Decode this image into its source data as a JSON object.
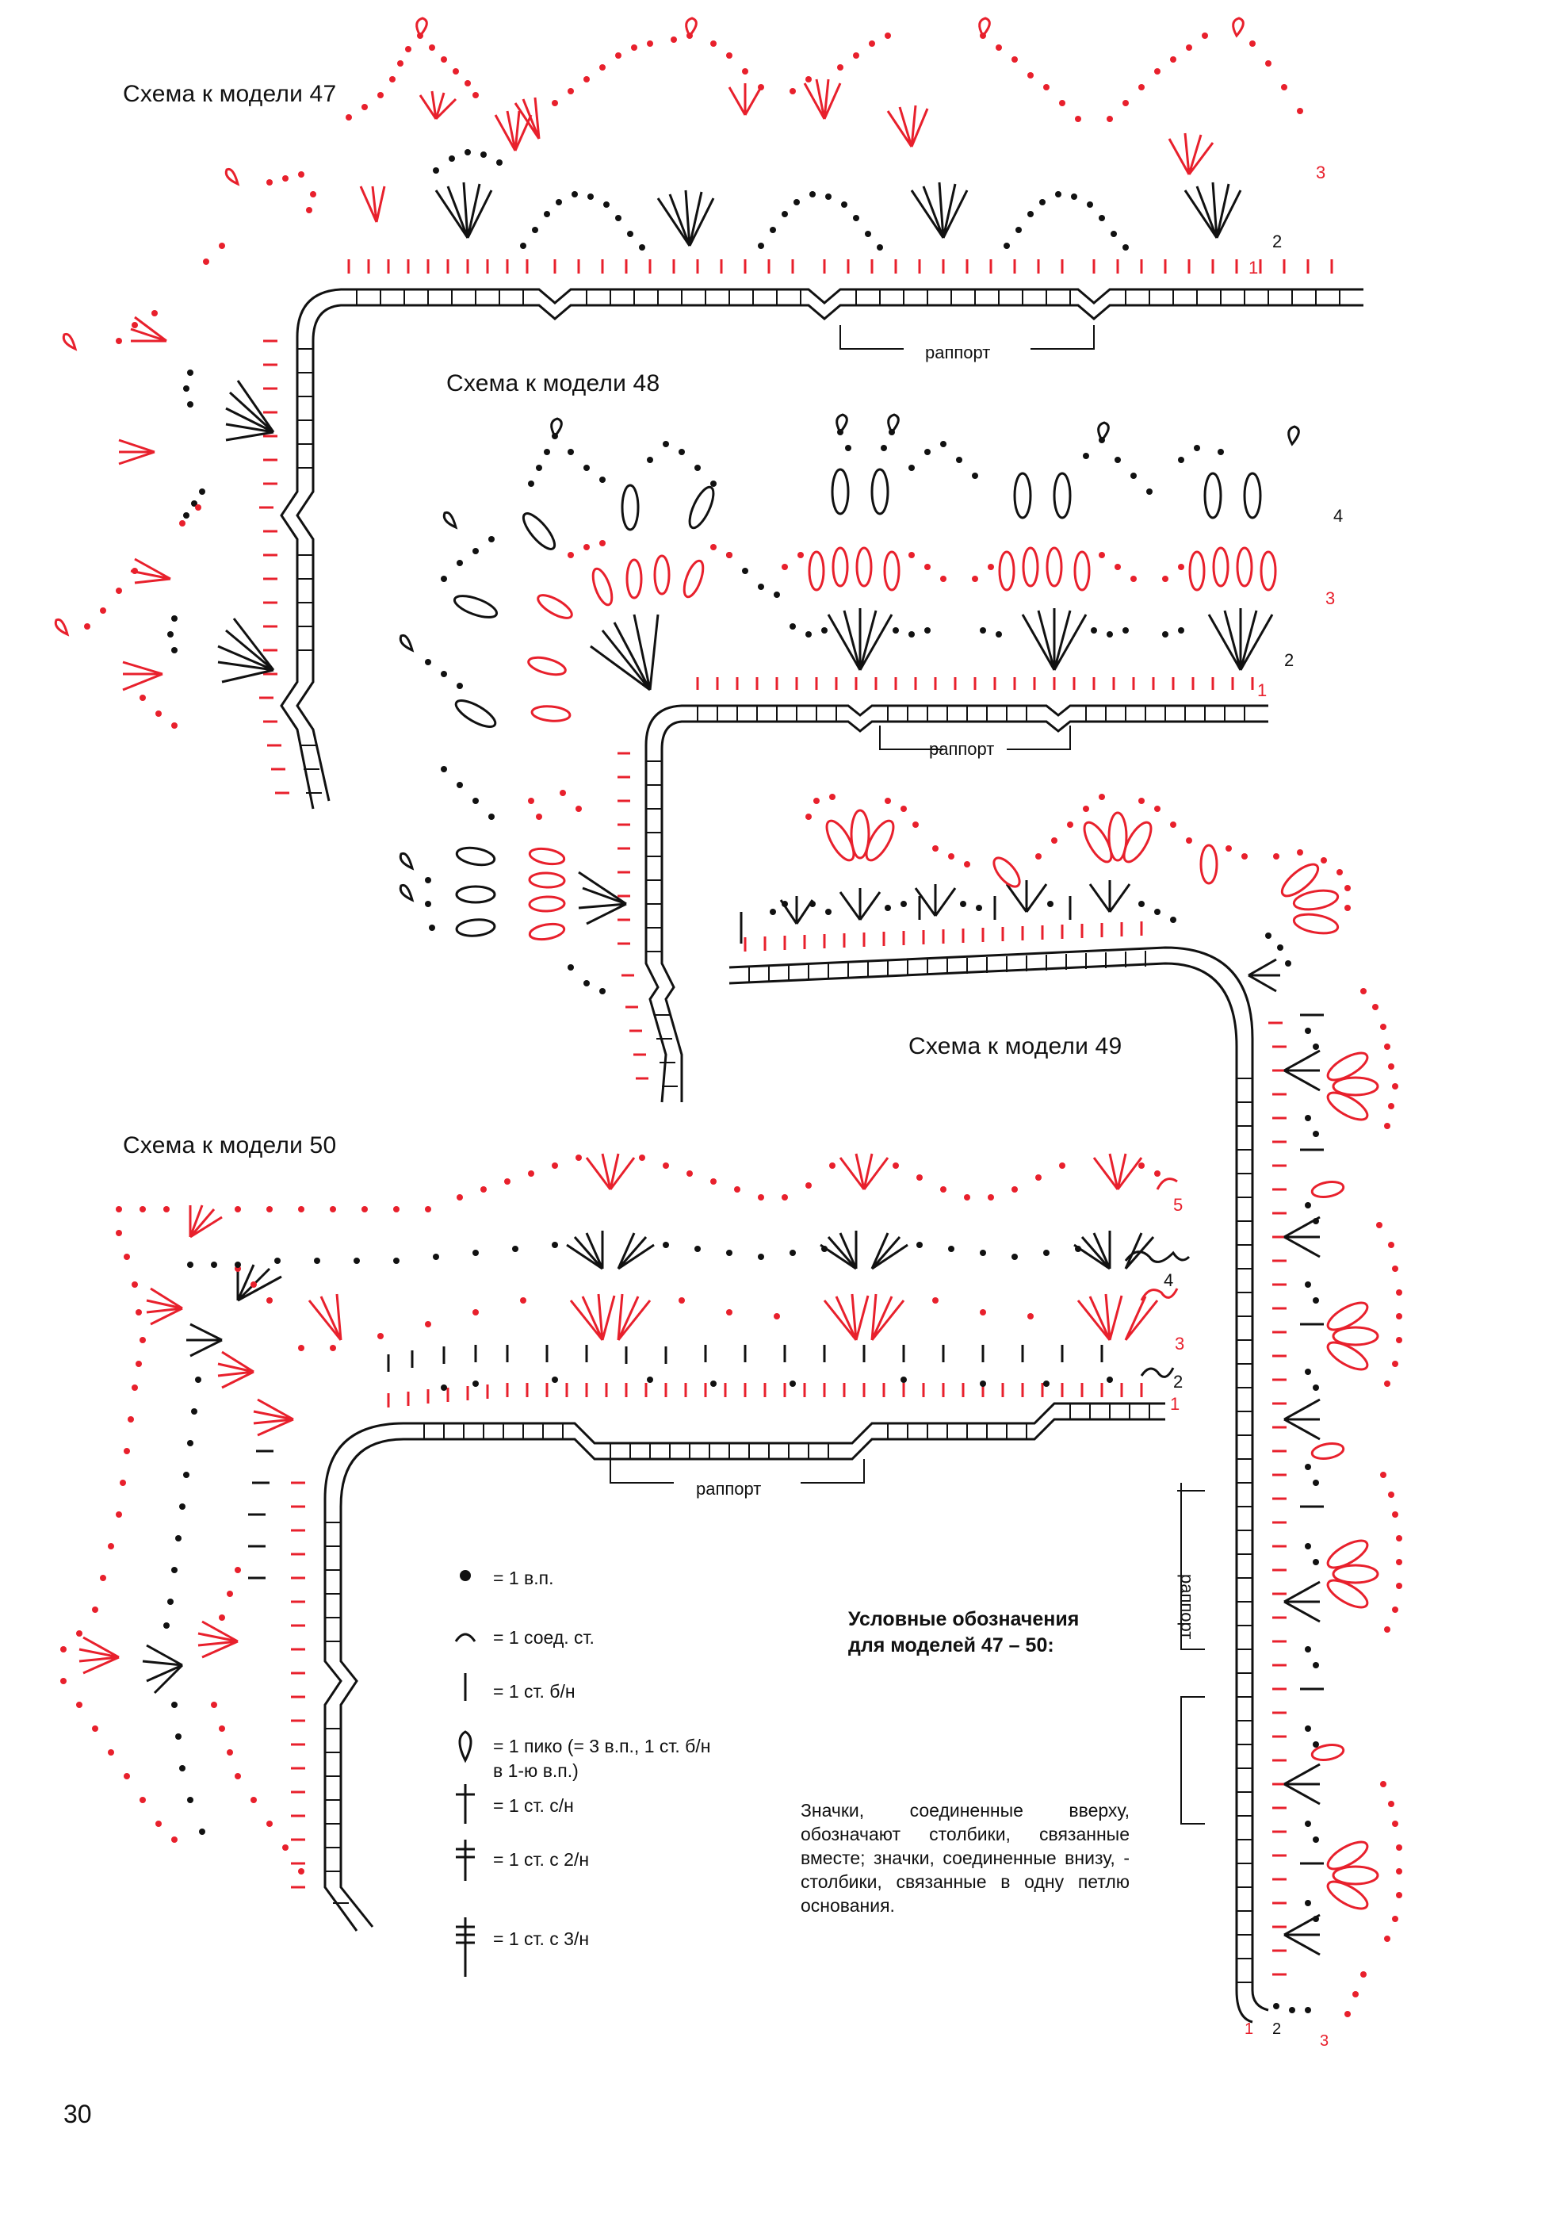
{
  "titles": {
    "m47": "Схема к модели 47",
    "m48": "Схема к модели 48",
    "m49": "Схема к модели 49",
    "m50": "Схема к модели 50"
  },
  "rapport": "раппорт",
  "row_numbers": [
    "1",
    "2",
    "3",
    "4",
    "5"
  ],
  "legend": {
    "heading_line1": "Условные обозначения",
    "heading_line2": "для моделей 47 – 50:",
    "items": [
      {
        "icon": "chain-stitch-dot-icon",
        "text": "= 1 в.п."
      },
      {
        "icon": "slip-stitch-arc-icon",
        "text": "= 1 соед. ст."
      },
      {
        "icon": "single-crochet-bar-icon",
        "text": "= 1 ст. б/н"
      },
      {
        "icon": "picot-loop-icon",
        "text": "= 1 пико (= 3 в.п., 1 ст. б/н",
        "text2": "в 1-ю в.п.)"
      },
      {
        "icon": "double-crochet-icon",
        "text": "= 1 ст. с/н"
      },
      {
        "icon": "treble-crochet-icon",
        "text": "= 1 ст. с 2/н"
      },
      {
        "icon": "triple-treble-icon",
        "text": "= 1 ст. с 3/н"
      }
    ],
    "note": "Значки, соединенные вверху, обозначают столбики, связанные вместе; значки, соединенные внизу, - столбики, связанные в одну петлю основания."
  },
  "page_number": "30",
  "colors": {
    "red": "#e8202c",
    "black": "#111111"
  }
}
